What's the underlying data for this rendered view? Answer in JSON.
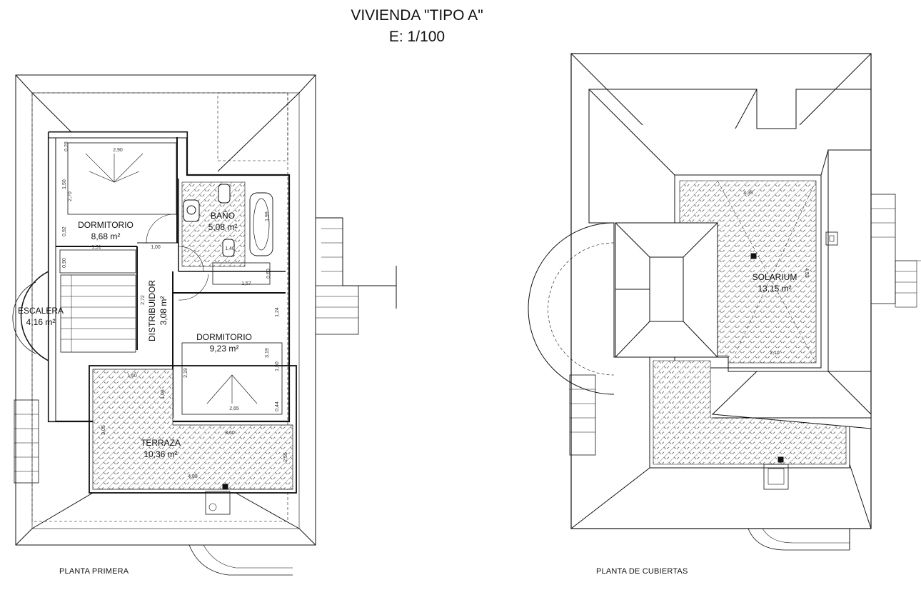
{
  "title": "VIVIENDA \"TIPO A\"",
  "scale": "E: 1/100",
  "floor_plan": {
    "caption": "PLANTA PRIMERA",
    "rooms": [
      {
        "name": "DORMITORIO",
        "area": "8,68 m²"
      },
      {
        "name": "BAÑO",
        "area": "5,08 m²"
      },
      {
        "name": "ESCALERA",
        "area": "4,16 m²"
      },
      {
        "name": "DISTRIBUIDOR",
        "area": "3,08 m²"
      },
      {
        "name": "DORMITORIO",
        "area": "9,23 m²"
      },
      {
        "name": "TERRAZA",
        "area": "10,36 m²"
      }
    ],
    "dimensions": [
      "2,90",
      "1,50",
      "2,70",
      "0,92",
      "1,91",
      "0,90",
      "1,00",
      "1,99",
      "1,40",
      "1,57",
      "0,60",
      "2,72",
      "1,24",
      "3,19",
      "1,50",
      "0,44",
      "2,65",
      "2,19",
      "1,60",
      "1,08",
      "3,60",
      "3,05",
      "2,55",
      "4,88",
      "0,28"
    ]
  },
  "roof_plan": {
    "caption": "PLANTA DE CUBIERTAS",
    "rooms": [
      {
        "name": "SOLARIUM",
        "area": "13,15 m²"
      }
    ],
    "dimensions": [
      "4,38",
      "4,53",
      "2,10"
    ]
  }
}
